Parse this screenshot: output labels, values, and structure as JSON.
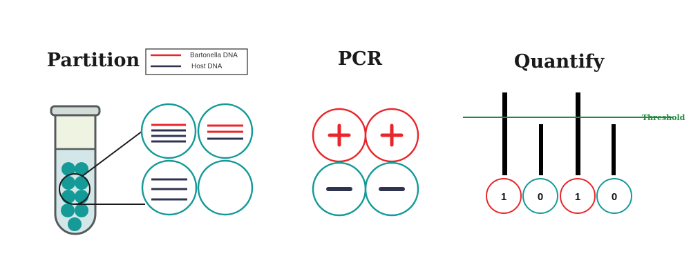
{
  "titles": {
    "partition": "Partition",
    "pcr": "PCR",
    "quantify": "Quantify"
  },
  "legend": {
    "items": [
      {
        "label": "Bartonella DNA",
        "color": "#e8262b"
      },
      {
        "label": "Host DNA",
        "color": "#2f3350"
      }
    ]
  },
  "pcr": {
    "positive_glyph": "+",
    "negative_glyph": "−"
  },
  "quantify": {
    "threshold_label": "Threshold",
    "counts": [
      "1",
      "0",
      "1",
      "0"
    ]
  },
  "colors": {
    "teal": "#159a98",
    "red": "#e8262b",
    "navy": "#2f3350",
    "threshold": "#1e8a3c",
    "tube_liquid": "#d3e7e8",
    "tube_top": "#eef3e2"
  }
}
